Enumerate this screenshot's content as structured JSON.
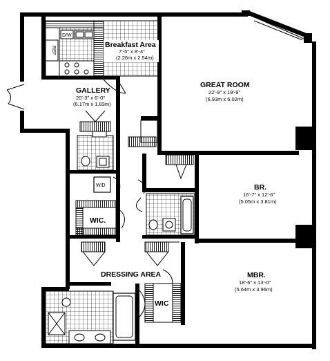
{
  "rooms": {
    "breakfast": {
      "name": "Breakfast Area",
      "dim_ft": "7'-5\" x 8'-4\"",
      "dim_m": "(2.26m x 2.54m)"
    },
    "gallery": {
      "name": "GALLERY",
      "dim_ft": "20'-3\" x 6'-0\"",
      "dim_m": "(6.17m x 1.83m)"
    },
    "great_room": {
      "name": "GREAT ROOM",
      "dim_ft": "22'-9\" x 19'-9\"",
      "dim_m": "(6.93m x 6.02m)"
    },
    "bedroom": {
      "name": "BR.",
      "dim_ft": "16'-7\" x 12'-6\"",
      "dim_m": "(5.05m x 3.81m)"
    },
    "master": {
      "name": "MBR.",
      "dim_ft": "18'-6\" x 13'-0\"",
      "dim_m": "(5.64m x 3.96m)"
    },
    "wic1": {
      "name": "WIC."
    },
    "wic2": {
      "name": "WIC"
    },
    "dressing": {
      "name": "DRESSING AREA"
    }
  },
  "fixtures": {
    "dishwasher": "D/W",
    "refrigerator": "REF",
    "washer_dryer": "W/D"
  }
}
